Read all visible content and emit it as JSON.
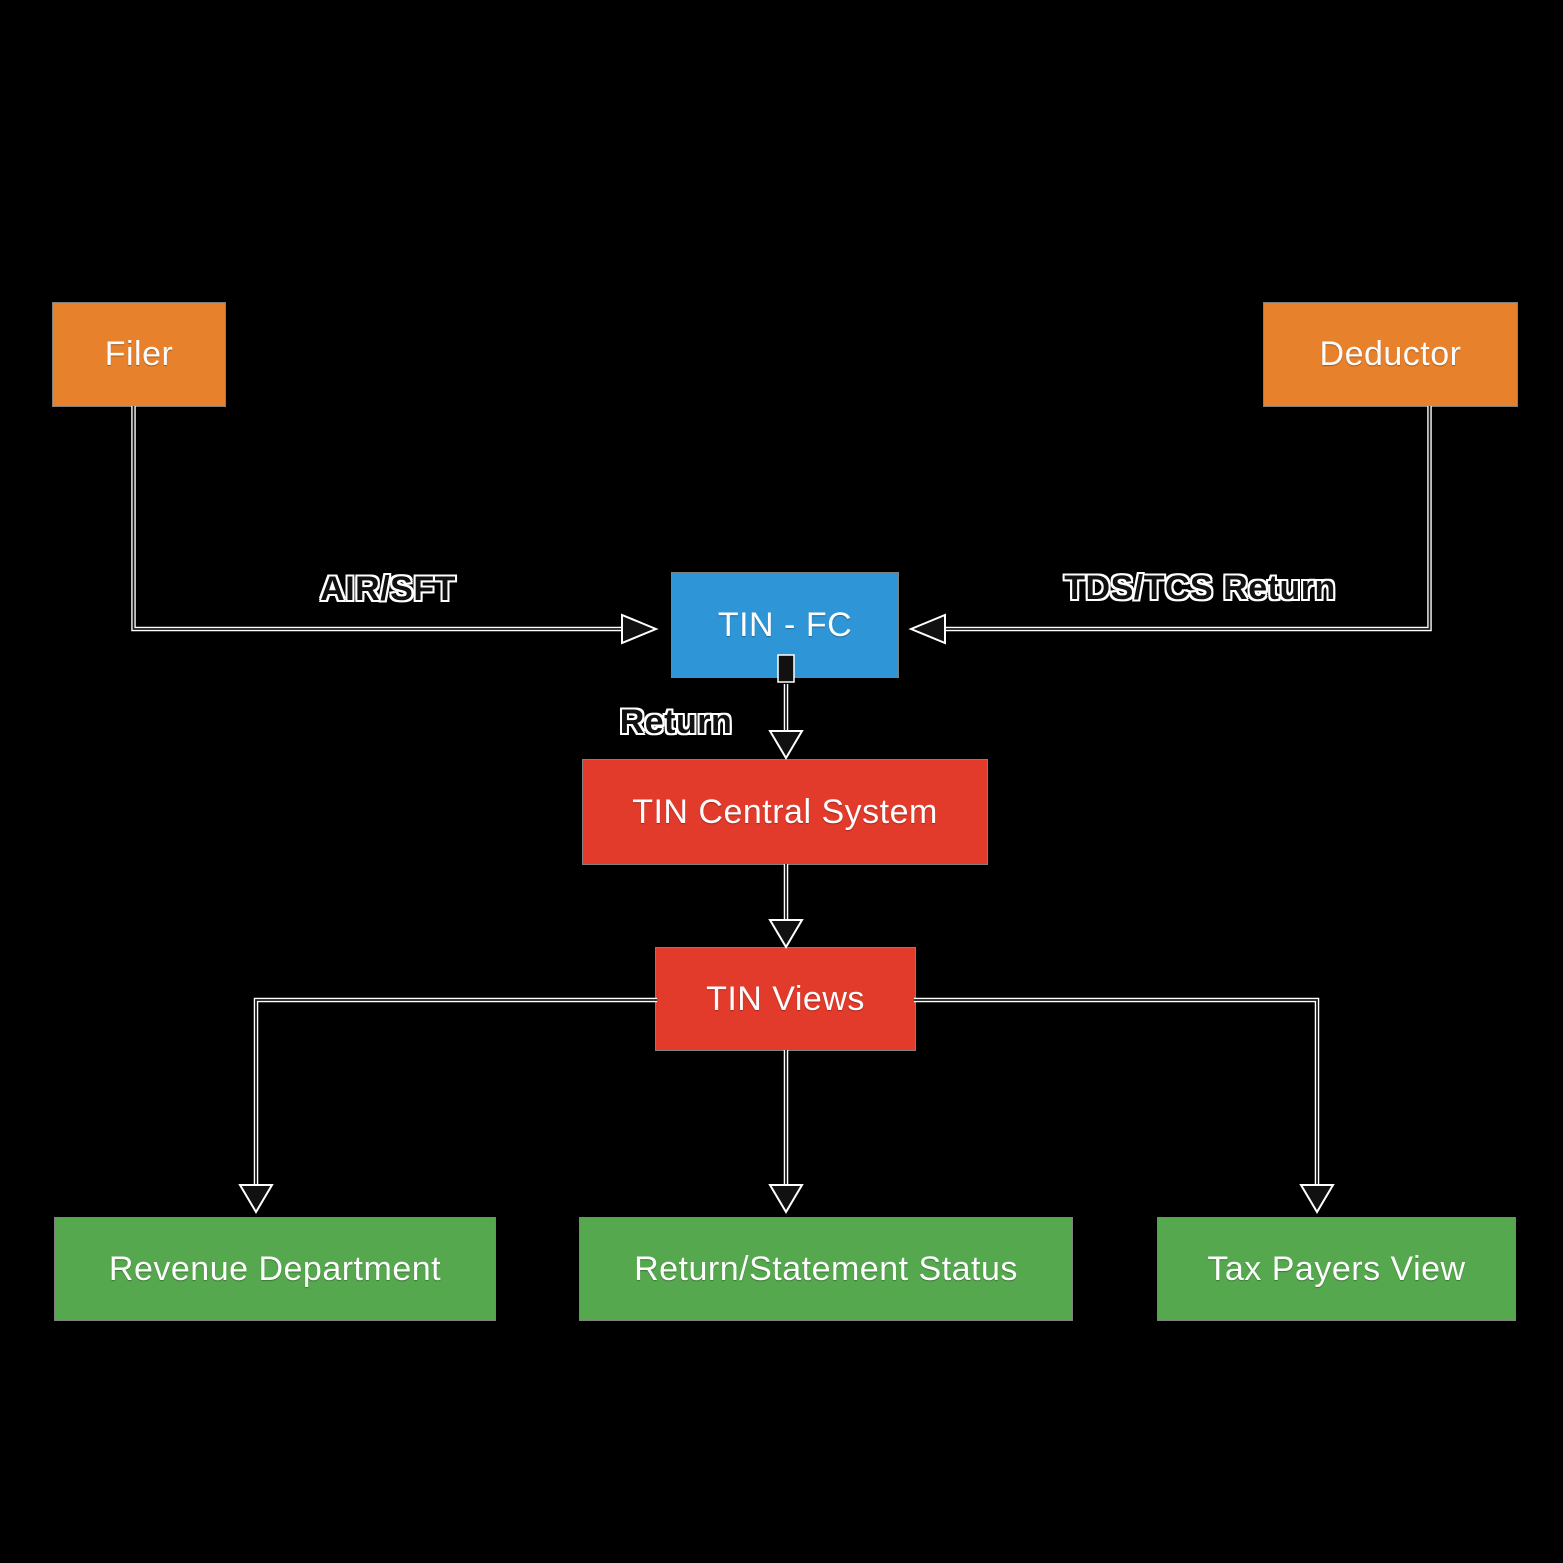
{
  "diagram": {
    "type": "flowchart",
    "background_color": "#000000",
    "line_color": "#111111",
    "line_outline_color": "#ffffff",
    "label_text_color": "#111111",
    "node_text_color": "#fdfdfd"
  },
  "nodes": {
    "filer": {
      "label": "Filer",
      "color": "#e8812c"
    },
    "deductor": {
      "label": "Deductor",
      "color": "#e8812c"
    },
    "tin_fc": {
      "label": "TIN - FC",
      "color": "#2e95d7"
    },
    "tin_central_system": {
      "label": "TIN Central System",
      "color": "#e23a2b"
    },
    "tin_views": {
      "label": "TIN Views",
      "color": "#e23a2b"
    },
    "revenue_department": {
      "label": "Revenue Department",
      "color": "#55a84e"
    },
    "return_statement_status": {
      "label": "Return/Statement Status",
      "color": "#55a84e"
    },
    "tax_payers_view": {
      "label": "Tax Payers View",
      "color": "#55a84e"
    }
  },
  "edges": [
    {
      "from": "filer",
      "to": "tin_fc",
      "label": "AIR/SFT",
      "direction": "down-right"
    },
    {
      "from": "deductor",
      "to": "tin_fc",
      "label": "TDS/TCS Return",
      "direction": "down-left"
    },
    {
      "from": "tin_fc",
      "to": "tin_central_system",
      "label": "Return",
      "direction": "down"
    },
    {
      "from": "tin_central_system",
      "to": "tin_views",
      "label": "",
      "direction": "down"
    },
    {
      "from": "tin_views",
      "to": "revenue_department",
      "label": "",
      "direction": "left-down"
    },
    {
      "from": "tin_views",
      "to": "return_statement_status",
      "label": "",
      "direction": "down"
    },
    {
      "from": "tin_views",
      "to": "tax_payers_view",
      "label": "",
      "direction": "right-down"
    }
  ]
}
